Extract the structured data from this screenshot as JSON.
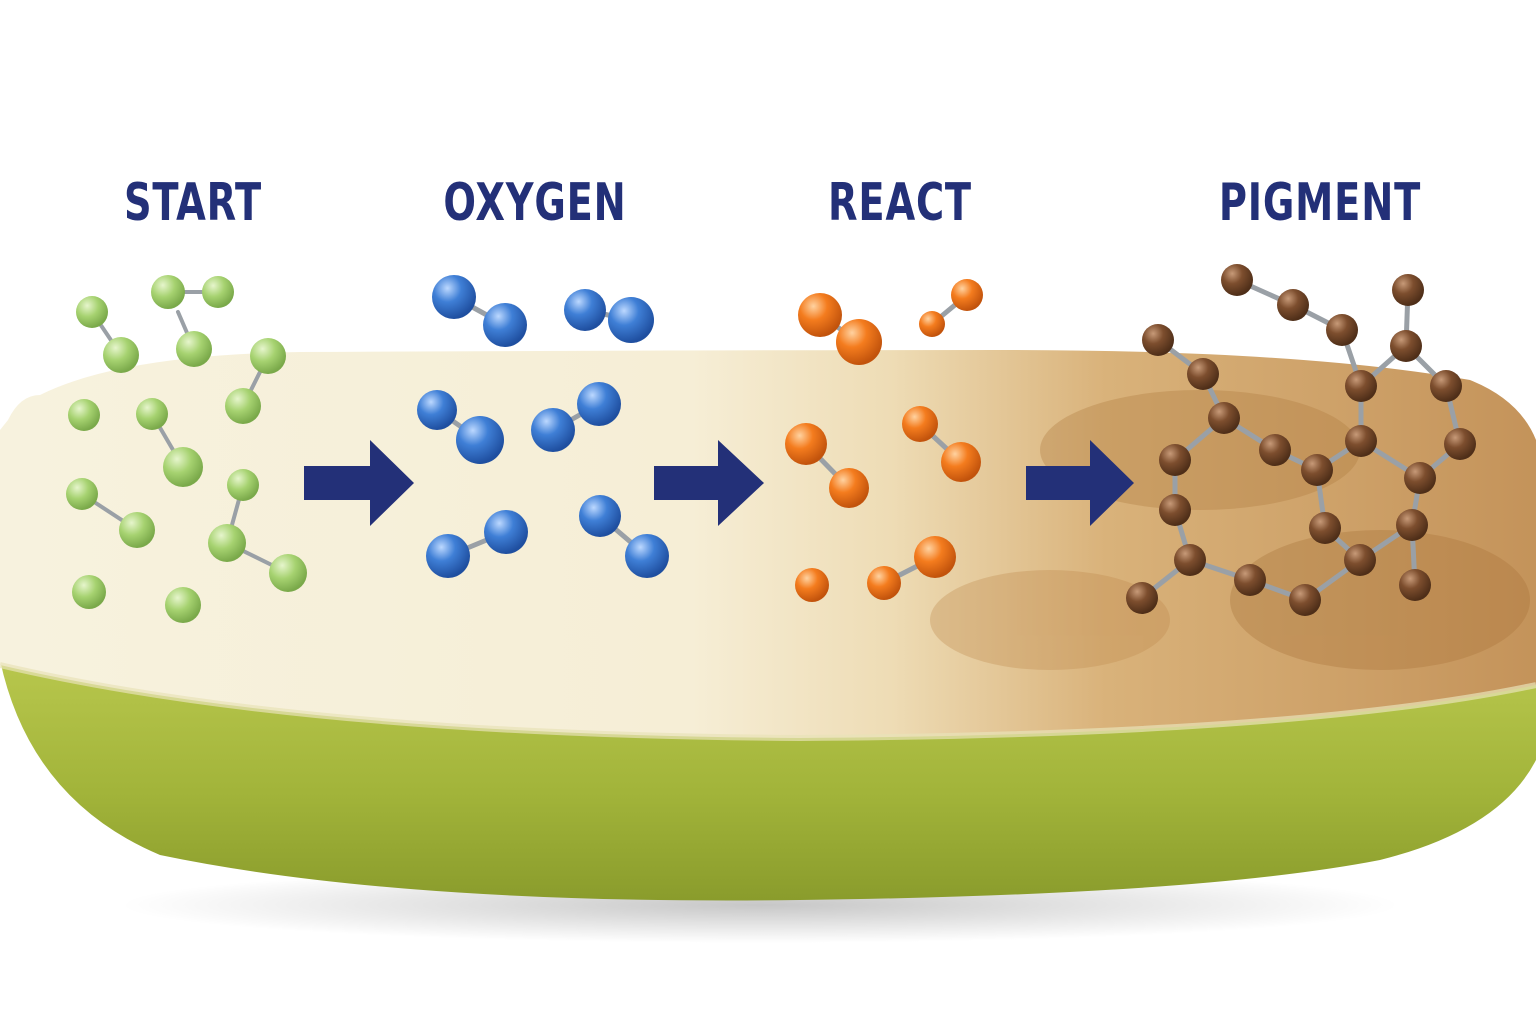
{
  "stages": [
    {
      "id": "start",
      "label": "START",
      "molecule_color": "#9fcf6e",
      "molecule_type": "small green fragments"
    },
    {
      "id": "oxygen",
      "label": "OXYGEN",
      "molecule_color": "#3a78cc",
      "molecule_type": "blue O2 pairs"
    },
    {
      "id": "react",
      "label": "REACT",
      "molecule_color": "#f07a1e",
      "molecule_type": "orange reacting pairs"
    },
    {
      "id": "pigment",
      "label": "PIGMENT",
      "molecule_color": "#7a4a2a",
      "molecule_type": "brown polymer network"
    }
  ],
  "colors": {
    "label_text": "#233078",
    "arrow": "#233078",
    "apple_flesh_fresh": "#f6f1de",
    "apple_flesh_browned": "#c99a5a",
    "apple_skin": "#a3b63b"
  },
  "arrows": [
    "start-to-oxygen",
    "oxygen-to-react",
    "react-to-pigment"
  ]
}
